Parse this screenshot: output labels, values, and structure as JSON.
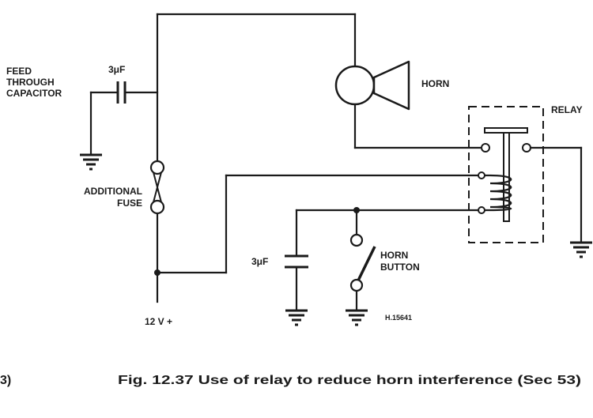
{
  "labels": {
    "feed_through_line1": "FEED",
    "feed_through_line2": "THROUGH",
    "feed_through_line3": "CAPACITOR",
    "cap_top_value": "3μF",
    "horn": "HORN",
    "relay": "RELAY",
    "additional_line1": "ADDITIONAL",
    "additional_line2": "FUSE",
    "cap_bottom_value": "3μF",
    "horn_button_line1": "HORN",
    "horn_button_line2": "BUTTON",
    "supply": "12 V +",
    "ref_code": "H.15641"
  },
  "caption": {
    "fragment": "3)",
    "text": "Fig. 12.37 Use of relay to reduce horn interference (Sec 53)"
  }
}
